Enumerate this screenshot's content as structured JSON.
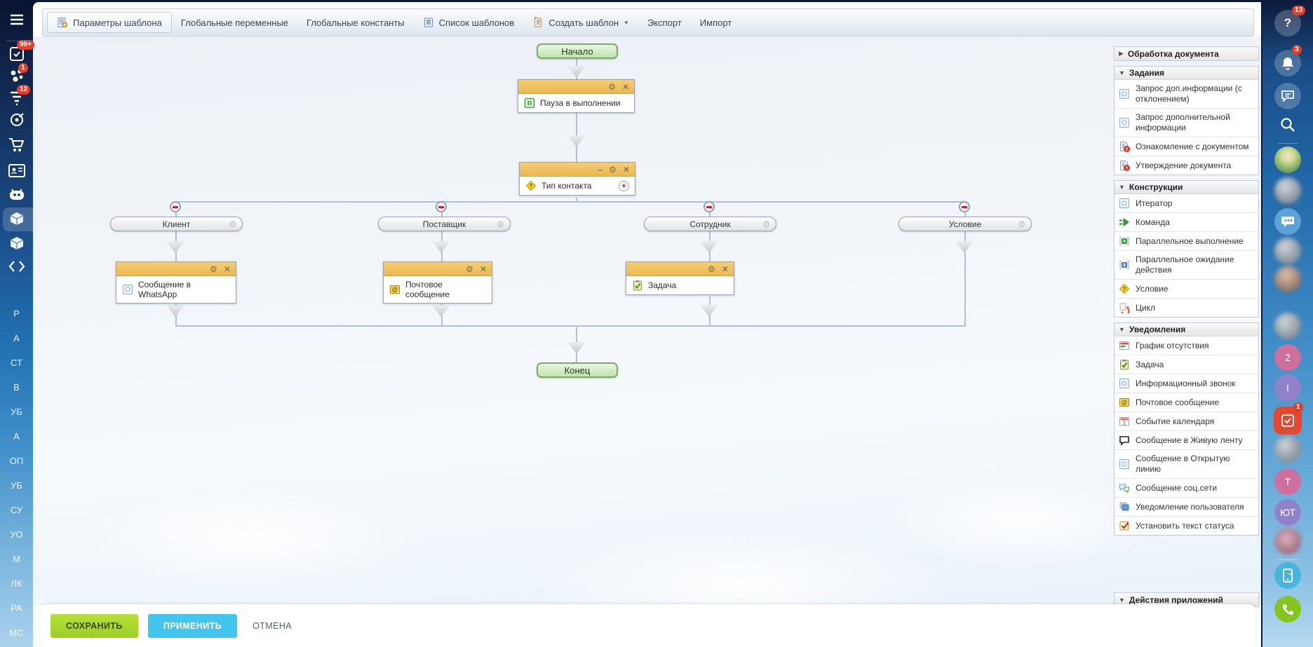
{
  "toolbar": {
    "items": [
      "Параметры шаблона",
      "Глобальные переменные",
      "Глобальные константы",
      "Список шаблонов",
      "Создать шаблон",
      "Экспорт",
      "Импорт"
    ]
  },
  "flowchart": {
    "start": "Начало",
    "end": "Конец",
    "pause": "Пауза в выполнении",
    "contact_type": "Тип контакта",
    "branches": [
      "Клиент",
      "Поставщик",
      "Сотрудник",
      "Условие"
    ],
    "actions": [
      "Сообщение в WhatsApp",
      "Почтовое сообщение",
      "Задача"
    ]
  },
  "panel": {
    "sections": [
      {
        "title": "Обработка документа",
        "items": []
      },
      {
        "title": "Задания",
        "items": [
          "Запрос доп.информации (с отклонением)",
          "Запрос дополнительной информации",
          "Ознакомление с документом",
          "Утверждение документа"
        ]
      },
      {
        "title": "Конструкции",
        "items": [
          "Итератор",
          "Команда",
          "Параллельное выполнение",
          "Параллельное ожидание действия",
          "Условие",
          "Цикл"
        ]
      },
      {
        "title": "Уведомления",
        "items": [
          "График отсутствия",
          "Задача",
          "Информационный звонок",
          "Почтовое сообщение",
          "Событие календаря",
          "Сообщение в Живую ленту",
          "Сообщение в Открытую линию",
          "Сообщение соц.сети",
          "Уведомление пользователя",
          "Установить текст статуса"
        ]
      },
      {
        "title": "Действия приложений",
        "items": []
      }
    ]
  },
  "left_rail": {
    "badges": [
      "99+",
      "1",
      "12"
    ],
    "letters": [
      "Р",
      "А",
      "СТ",
      "В",
      "УБ",
      "А",
      "ОП",
      "УБ",
      "СУ",
      "УО",
      "М",
      "ЛК",
      "РА",
      "МС"
    ]
  },
  "right_rail": {
    "help_badge": "13",
    "bell_badge": "3",
    "app_badge": "1",
    "chips": [
      "2",
      "I",
      "Т",
      "ЮТ"
    ]
  },
  "footer": {
    "save": "СОХРАНИТЬ",
    "apply": "ПРИМЕНИТЬ",
    "cancel": "ОТМЕНА"
  },
  "colors": {
    "accent_green": "#a6d32b",
    "accent_blue": "#42c6ef",
    "header_orange": "#f0c35f",
    "node_green": "#cde7b8",
    "connector": "#aebfd6",
    "badge_red": "#e33e2c"
  }
}
